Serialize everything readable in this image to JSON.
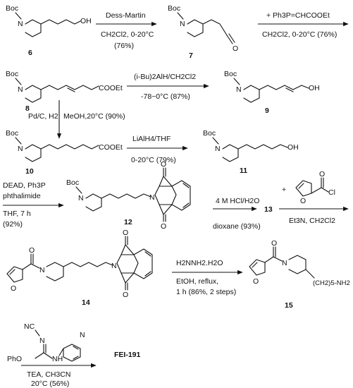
{
  "compounds": [
    "6",
    "7",
    "8",
    "9",
    "10",
    "11",
    "12",
    "13",
    "14",
    "15",
    "FEI-191"
  ],
  "atoms": {
    "boc": "Boc",
    "n": "N",
    "oh": "OH",
    "o": "O",
    "nh": "NH",
    "cooet": "COOEt",
    "cl": "Cl",
    "nc": "NC",
    "pho": "PhO",
    "ch2_5_nh2": "(CH2)5-NH2"
  },
  "reagents": {
    "r1_top": "Dess-Martin",
    "r1_bottom": "CH2Cl2, 0-20°C",
    "r1_yield": "(76%)",
    "r2_top": "+ Ph3P=CHCOOEt",
    "r2_bottom": "CH2Cl2, 0-20°C (76%)",
    "r3_top": "(i-Bu)2AlH/CH2Cl2",
    "r3_bottom": "-78~0°C (87%)",
    "r4_left": "Pd/C, H2",
    "r4_right": "MeOH,20°C (90%)",
    "r5_top": "LiAlH4/THF",
    "r5_bottom": "0-20°C (79%)",
    "r6_line1": "DEAD, Ph3P",
    "r6_line2": "phthalimide",
    "r6_line3": "THF, 7 h",
    "r6_line4": "(92%)",
    "r7_top": "4 M HCl/H2O",
    "r7_bottom": "dioxane (93%)",
    "r8_plus": "+",
    "r8_bottom": "Et3N, CH2Cl2",
    "r9_top": "H2NNH2.H2O",
    "r9_line2": "EtOH, reflux,",
    "r9_line3": "1 h (86%, 2 steps)",
    "r10_line1": "TEA, CH3CN",
    "r10_line2": "20°C (56%)"
  }
}
